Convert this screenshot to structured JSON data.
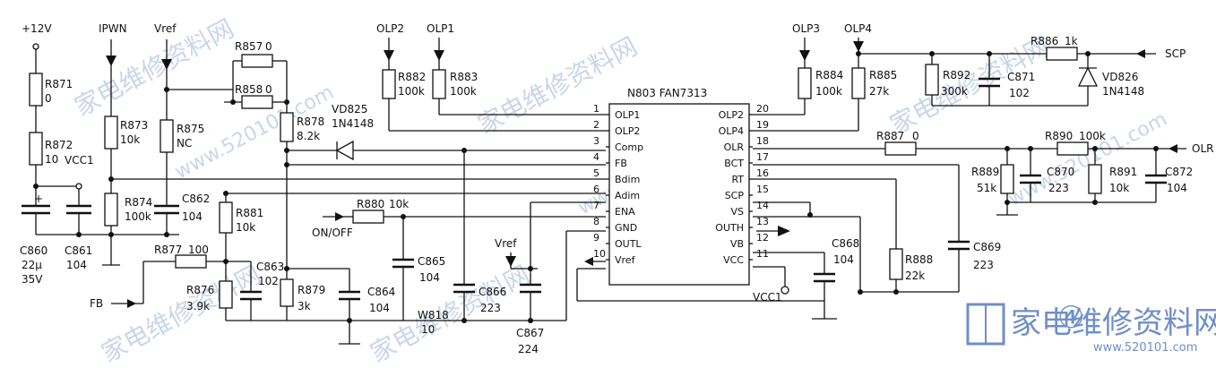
{
  "power": {
    "v12": "+12V",
    "ipwn": "IPWN",
    "vref": "Vref",
    "vcc1": "VCC1",
    "vref2": "Vref"
  },
  "io": {
    "olp2": "OLP2",
    "olp1": "OLP1",
    "olp3": "OLP3",
    "olp4": "OLP4",
    "scp": "SCP",
    "olr": "OLR",
    "fb": "FB",
    "onoff": "ON/OFF",
    "vcc1_out": "VCC1"
  },
  "ic": {
    "title": "N803 FAN7313",
    "left_pins": [
      {
        "num": "1",
        "name": "OLP1"
      },
      {
        "num": "2",
        "name": "OLP2"
      },
      {
        "num": "3",
        "name": "Comp"
      },
      {
        "num": "4",
        "name": "FB"
      },
      {
        "num": "5",
        "name": "Bdim"
      },
      {
        "num": "6",
        "name": "Adim"
      },
      {
        "num": "7",
        "name": "ENA"
      },
      {
        "num": "8",
        "name": "GND"
      },
      {
        "num": "9",
        "name": "OUTL"
      },
      {
        "num": "10",
        "name": "Vref"
      }
    ],
    "right_pins": [
      {
        "num": "20",
        "name": "OLP2"
      },
      {
        "num": "19",
        "name": "OLP4"
      },
      {
        "num": "18",
        "name": "OLR"
      },
      {
        "num": "17",
        "name": "BCT"
      },
      {
        "num": "16",
        "name": "RT"
      },
      {
        "num": "15",
        "name": "SCP"
      },
      {
        "num": "14",
        "name": "VS"
      },
      {
        "num": "13",
        "name": "OUTH"
      },
      {
        "num": "12",
        "name": "VB"
      },
      {
        "num": "11",
        "name": "VCC"
      }
    ]
  },
  "components": {
    "r871": {
      "ref": "R871",
      "val": "0"
    },
    "r872": {
      "ref": "R872",
      "val": "10"
    },
    "c860": {
      "ref": "C860",
      "val": "22μ",
      "val2": "35V"
    },
    "c861": {
      "ref": "C861",
      "val": "104"
    },
    "r873": {
      "ref": "R873",
      "val": "10k"
    },
    "r874": {
      "ref": "R874",
      "val": "100k"
    },
    "r875": {
      "ref": "R875",
      "val": "NC"
    },
    "c862": {
      "ref": "C862",
      "val": "104"
    },
    "r857": {
      "ref": "R857",
      "val": "0"
    },
    "r858": {
      "ref": "R858",
      "val": "0"
    },
    "r878": {
      "ref": "R878",
      "val": "8.2k"
    },
    "vd825": {
      "ref": "VD825",
      "val": "1N4148"
    },
    "r881": {
      "ref": "R881",
      "val": "10k"
    },
    "r877": {
      "ref": "R877",
      "val": "100"
    },
    "r876": {
      "ref": "R876",
      "val": "3.9k"
    },
    "c863": {
      "ref": "C863",
      "val": "102"
    },
    "r879": {
      "ref": "R879",
      "val": "3k"
    },
    "c864": {
      "ref": "C864",
      "val": "104"
    },
    "r880": {
      "ref": "R880",
      "val": "10k"
    },
    "c865": {
      "ref": "C865",
      "val": "104"
    },
    "w818": {
      "ref": "W818",
      "val": "10"
    },
    "c866": {
      "ref": "C866",
      "val": "223"
    },
    "c867": {
      "ref": "C867",
      "val": "224"
    },
    "r882": {
      "ref": "R882",
      "val": "100k"
    },
    "r883": {
      "ref": "R883",
      "val": "100k"
    },
    "r884": {
      "ref": "R884",
      "val": "100k"
    },
    "r885": {
      "ref": "R885",
      "val": "27k"
    },
    "r892": {
      "ref": "R892",
      "val": "300k"
    },
    "c871": {
      "ref": "C871",
      "val": "102"
    },
    "r886": {
      "ref": "R886",
      "val": "1k"
    },
    "vd826": {
      "ref": "VD826",
      "val": "1N4148"
    },
    "r887": {
      "ref": "R887",
      "val": "0"
    },
    "r890": {
      "ref": "R890",
      "val": "100k"
    },
    "r889": {
      "ref": "R889",
      "val": "51k"
    },
    "c870": {
      "ref": "C870",
      "val": "223"
    },
    "r891": {
      "ref": "R891",
      "val": "10k"
    },
    "c872": {
      "ref": "C872",
      "val": "104"
    },
    "c868": {
      "ref": "C868",
      "val": "104"
    },
    "r888": {
      "ref": "R888",
      "val": "22k"
    },
    "c869": {
      "ref": "C869",
      "val": "223"
    }
  },
  "watermark": {
    "text_cn": "家电维修资料网",
    "url": "www.520101.com",
    "logo_cn": "家电维修资料网",
    "logo_url": "www.520101.com",
    "circled": "④"
  }
}
